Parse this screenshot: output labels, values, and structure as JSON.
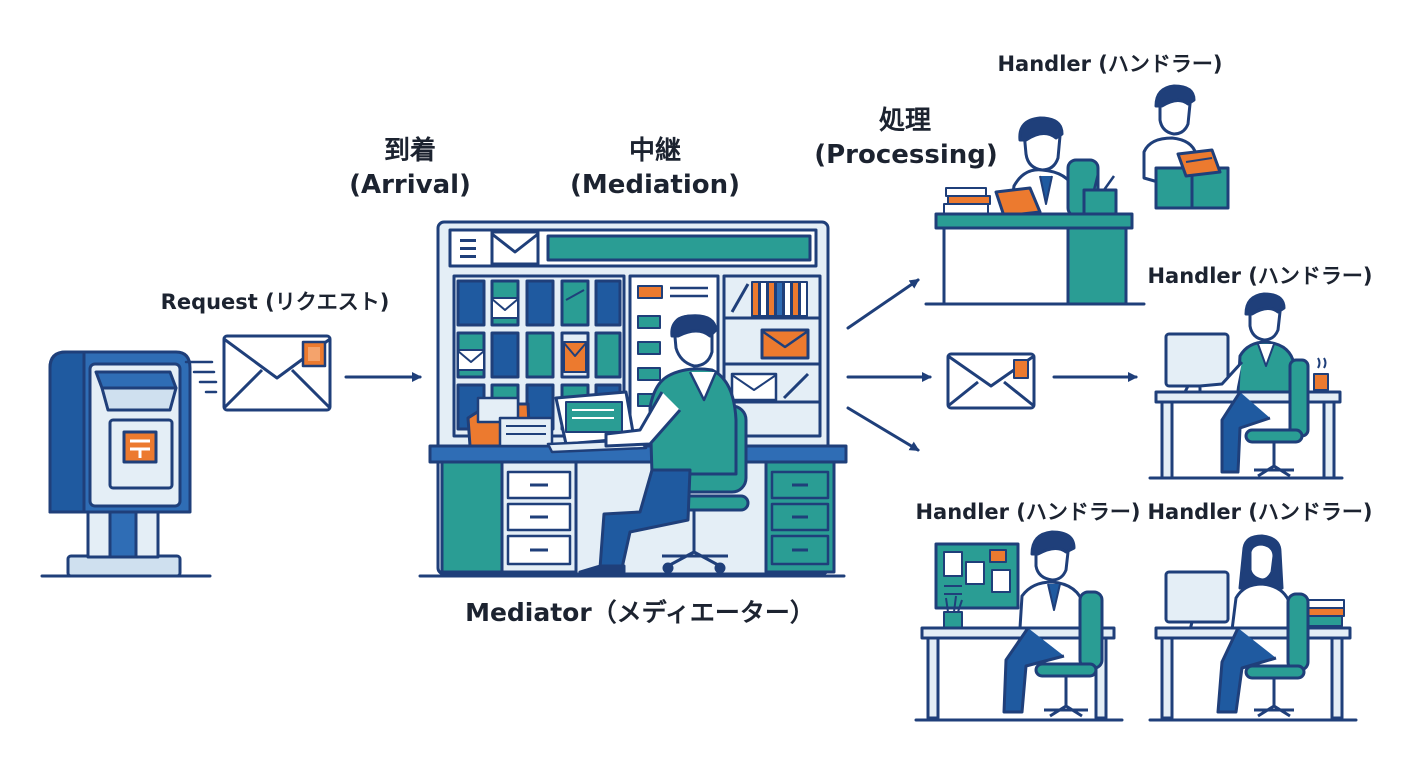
{
  "labels": {
    "request": "Request (リクエスト)",
    "arrival_jp": "到着",
    "arrival_en": "(Arrival)",
    "mediation_jp": "中継",
    "mediation_en": "(Mediation)",
    "processing_jp": "処理",
    "processing_en": "(Processing)",
    "mediator": "Mediator（メディエーター）",
    "handlers": [
      "Handler (ハンドラー)",
      "Handler (ハンドラー)",
      "Handler (ハンドラー)",
      "Handler (ハンドラー)"
    ]
  },
  "colors": {
    "navy": "#1f3f7a",
    "blue": "#2f6db5",
    "teal": "#2a9d94",
    "orange": "#ec7a2f",
    "light": "#e4eef6",
    "text": "#1c2330"
  }
}
